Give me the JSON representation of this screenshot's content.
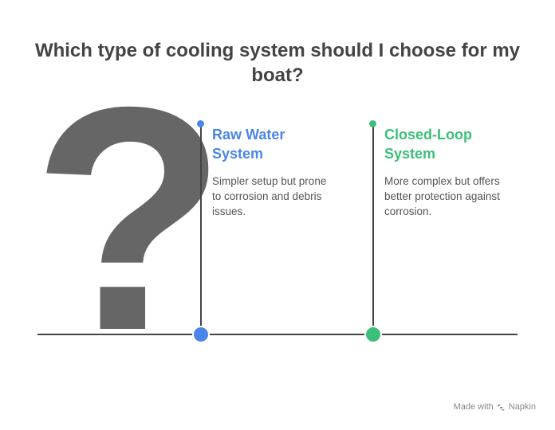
{
  "title": "Which type of cooling system should I choose for my boat?",
  "question_glyph": "?",
  "options": [
    {
      "name": "Raw Water System",
      "title_line1": "Raw Water",
      "title_line2": "System",
      "desc_line1": "Simpler setup but prone",
      "desc_line2": "to corrosion and debris",
      "desc_line3": "issues.",
      "color": "#4a86e8"
    },
    {
      "name": "Closed-Loop System",
      "title_line1": "Closed-Loop",
      "title_line2": "System",
      "desc_line1": "More complex but offers",
      "desc_line2": "better protection against",
      "desc_line3": "corrosion.",
      "color": "#3cbf78"
    }
  ],
  "watermark": {
    "made_with": "Made with",
    "brand": "Napkin",
    "icon": "napkin-logo-icon"
  }
}
